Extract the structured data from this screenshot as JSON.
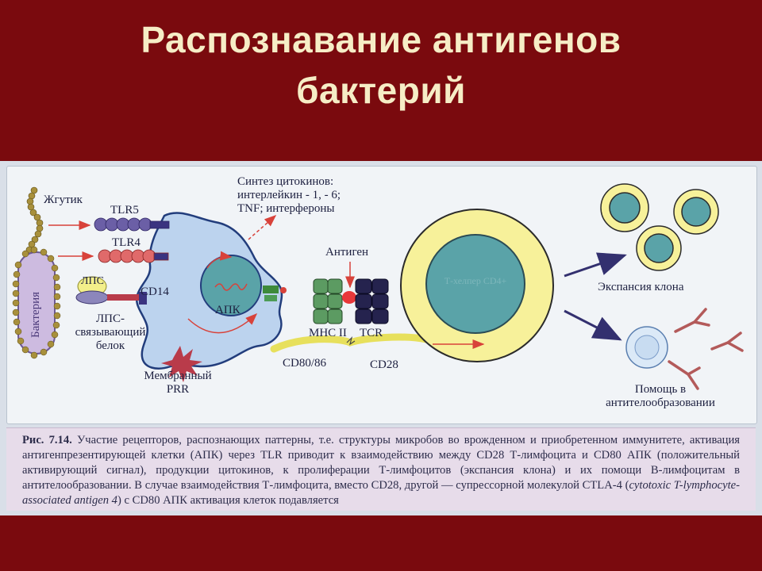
{
  "title": {
    "line1": "Распознавание антигенов",
    "line2": "бактерий"
  },
  "diagram": {
    "flagellum": "Жгутик",
    "tlr5": "TLR5",
    "tlr4": "TLR4",
    "lps": "ЛПС",
    "bacterium": "Бактерия",
    "cd14": "CD14",
    "lps_binding_line1": "ЛПС-",
    "lps_binding_line2": "связывающий",
    "lps_binding_line3": "белок",
    "apc": "АПК",
    "cytokines_line1": "Синтез цитокинов:",
    "cytokines_line2": "интерлейкин - 1, - 6;",
    "cytokines_line3": "TNF; интерфероны",
    "antigen": "Антиген",
    "mhc2": "MHC II",
    "tcr": "TCR",
    "cd80_86": "CD80/86",
    "cd28": "CD28",
    "membrane_prr_line1": "Мембранный",
    "membrane_prr_line2": "PRR",
    "clone_expansion": "Экспансия клона",
    "help_line1": "Помощь в",
    "help_line2": "антителообразовании",
    "tcell_faded": "Т-хелпер CD4+"
  },
  "caption": {
    "fig_label": "Рис. 7.14.",
    "text_part1": " Участие рецепторов, распознающих паттерны, т.е. структуры микробов во врожденном и приобретенном иммунитете, активация антигенпрезентирующей клетки (АПК) через TLR приводит к взаимодействию между CD28 Т-лимфоцита и CD80 АПК (положительный активирующий сигнал), продукции цитокинов, к пролиферации Т-лимфоцитов (экспансия клона) и их помощи В-лимфоцитам в антителообразовании. В случае взаимодействия Т-лимфоцита, вместо CD28, другой — супрессорной молекулой CTLA-4 (",
    "text_italic": "cytotoxic T-lymphocyte-associated antigen 4",
    "text_part2": ") с CD80 АПК активация клеток подавляется"
  },
  "colors": {
    "background": "#7a0a0e",
    "title": "#f6edc6",
    "apc": "#bcd3ee",
    "tcell": "#f7f19a",
    "nucleus": "#5aa3a8"
  }
}
